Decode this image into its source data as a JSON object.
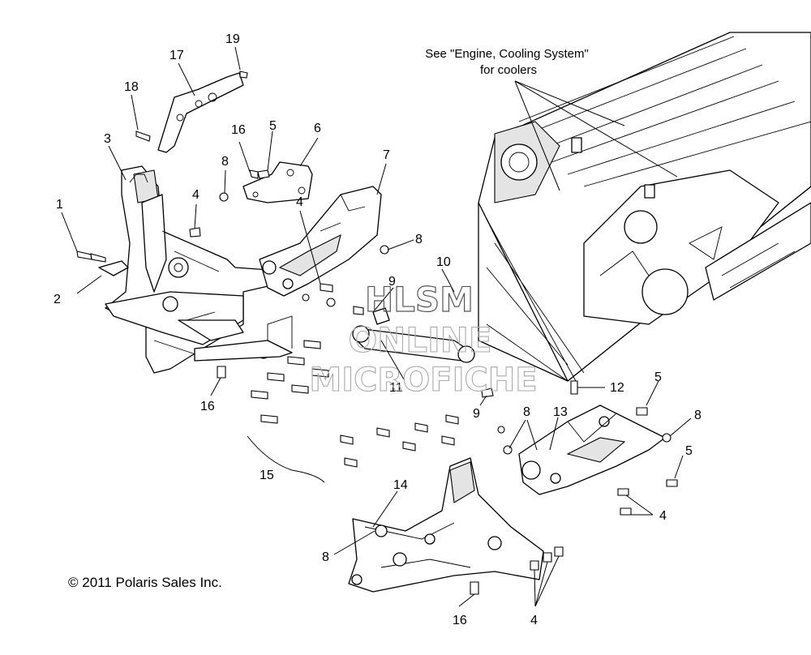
{
  "callouts": {
    "c1": "1",
    "c2": "2",
    "c3": "3",
    "c4a": "4",
    "c4b": "4",
    "c4c": "4",
    "c4d": "4",
    "c5a": "5",
    "c5b": "5",
    "c5c": "5",
    "c6": "6",
    "c7": "7",
    "c8a": "8",
    "c8b": "8",
    "c8c": "8",
    "c8d": "8",
    "c8e": "8",
    "c9a": "9",
    "c9b": "9",
    "c10": "10",
    "c11": "11",
    "c12": "12",
    "c13": "13",
    "c14": "14",
    "c15": "15",
    "c16a": "16",
    "c16b": "16",
    "c16c": "16",
    "c17": "17",
    "c18": "18",
    "c19": "19"
  },
  "note": {
    "line1": "See \"Engine, Cooling System\"",
    "line2": "for coolers"
  },
  "copyright": "© 2011 Polaris Sales Inc.",
  "watermark": {
    "line1": "HLSM",
    "line2": "ONLINE",
    "line3": "MICROFICHE"
  }
}
